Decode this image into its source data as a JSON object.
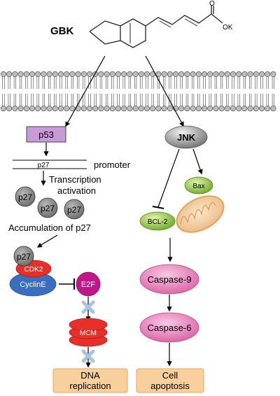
{
  "compound": {
    "name": "GBK",
    "carbonyl_atom": "O",
    "salt_label": "OK"
  },
  "left_pathway": {
    "p53": "p53",
    "p27_on_promoter": "p27",
    "promoter": "promoter",
    "transcription_line1": "Transcription",
    "transcription_line2": "activation",
    "p27_molecules": [
      "p27",
      "p27",
      "p27"
    ],
    "accumulation": "Accumulation of p27",
    "complex_p27": "p27",
    "cdk2": "CDK2",
    "cycline": "CyclinE",
    "e2f": "E2F",
    "mcm": "MCM",
    "outcome_line1": "DNA",
    "outcome_line2": "replication"
  },
  "right_pathway": {
    "jnk": "JNK",
    "bax": "Bax",
    "bcl2": "BCL-2",
    "caspase9": "Caspase-9",
    "caspase6": "Caspase-6",
    "outcome_line1": "Cell",
    "outcome_line2": "apoptosis"
  },
  "colors": {
    "p53_box": "#c89ad8",
    "outcome_box": "#f9cf9c",
    "cdk2": "#e8302a",
    "cycline": "#3a6fc0",
    "e2f": "#c0168c",
    "mcm": "#e8302a",
    "caspase": "#e07ab8",
    "green_protein": "#8cc63e",
    "jnk_grey": "#8a8a8a",
    "x_mark": "#a8c4e0",
    "membrane_head": "#bdbdbd"
  }
}
